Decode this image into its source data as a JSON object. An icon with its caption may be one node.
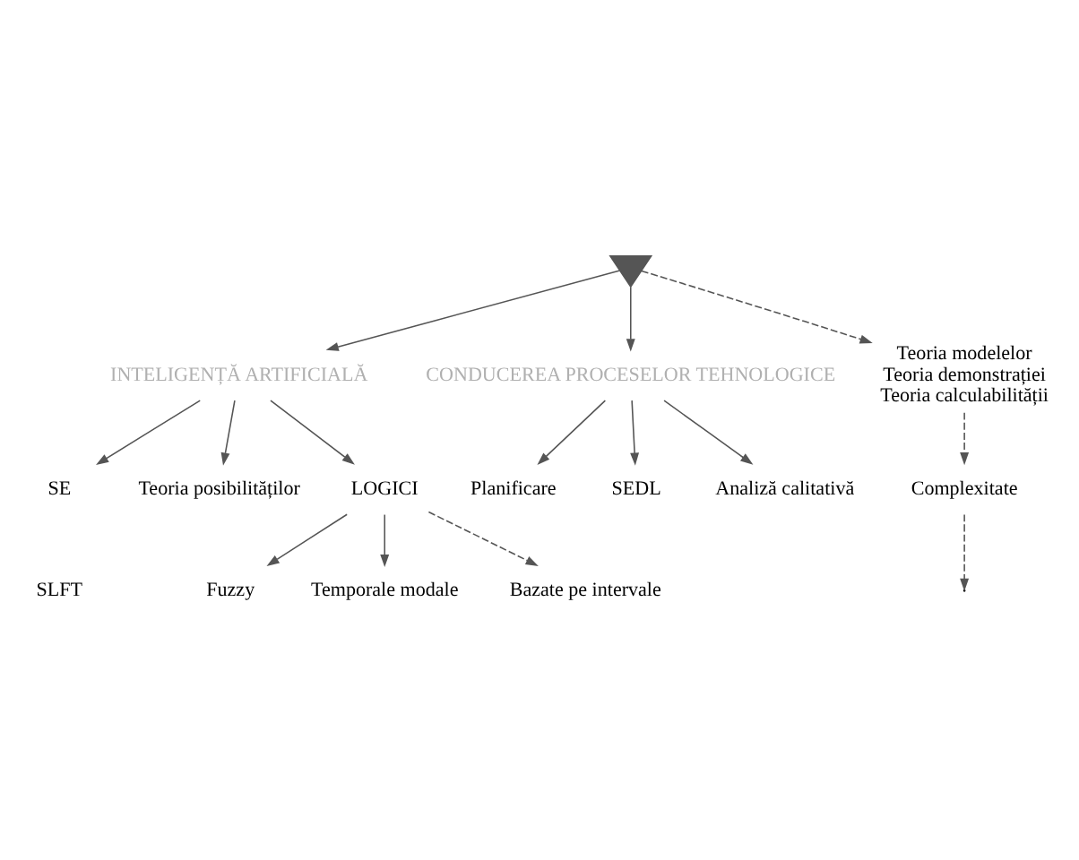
{
  "diagram": {
    "nodes": [
      {
        "text": [],
        "shape": "arrow"
      },
      {
        "text": [
          "INTELIGENȚĂ ARTIFICIALĂ"
        ]
      },
      {
        "text": [
          "CONDUCEREA PROCESELOR TEHNOLOGICE"
        ]
      },
      {
        "text": [
          "Teoria modelelor",
          "Teoria demonstrației",
          "Teoria calculabilității"
        ]
      },
      {
        "text": [
          "SE"
        ]
      },
      {
        "text": [
          "Teoria posibilităților"
        ]
      },
      {
        "text": [
          "LOGICI"
        ]
      },
      {
        "text": [
          "Planificare"
        ]
      },
      {
        "text": [
          "SEDL"
        ]
      },
      {
        "text": [
          "Analiză calitativă"
        ]
      },
      {
        "text": [
          "Complexitate"
        ]
      },
      {
        "text": [
          "Fuzzy"
        ]
      },
      {
        "text": [
          "Temporale modale"
        ]
      },
      {
        "text": [
          "Bazate pe intervale"
        ]
      }
    ],
    "edges": [
      {
        "from": 0,
        "to": 1,
        "arrow": "to"
      },
      {
        "from": 0,
        "to": 2,
        "arrow": "to"
      },
      {
        "from": 0,
        "to": 3,
        "arrow": "to",
        "style": "dashed"
      },
      {
        "from": 1,
        "to": 4,
        "arrow": "to"
      },
      {
        "from": 1,
        "to": 6,
        "arrow": "to"
      },
      {
        "from": 1,
        "to": 5,
        "arrow": "to"
      },
      {
        "from": 2,
        "to": 7,
        "arrow": "to"
      },
      {
        "from": 2,
        "to": 8,
        "arrow": "to"
      },
      {
        "from": 2,
        "to": 9,
        "arrow": "to"
      },
      {
        "from": 3,
        "to": 10,
        "arrow": "to",
        "style": "dashed"
      },
      {
        "from": 10,
        "to": null,
        "arrow": "to",
        "style": "dashed"
      },
      {
        "from": 6,
        "to": 11,
        "arrow": "to"
      },
      {
        "from": 6,
        "to": 12,
        "arrow": "to"
      },
      {
        "from": 6,
        "to": 13,
        "arrow": "to",
        "style": "dashed"
      }
    ],
    "labels": [
      "SLFT"
    ]
  }
}
